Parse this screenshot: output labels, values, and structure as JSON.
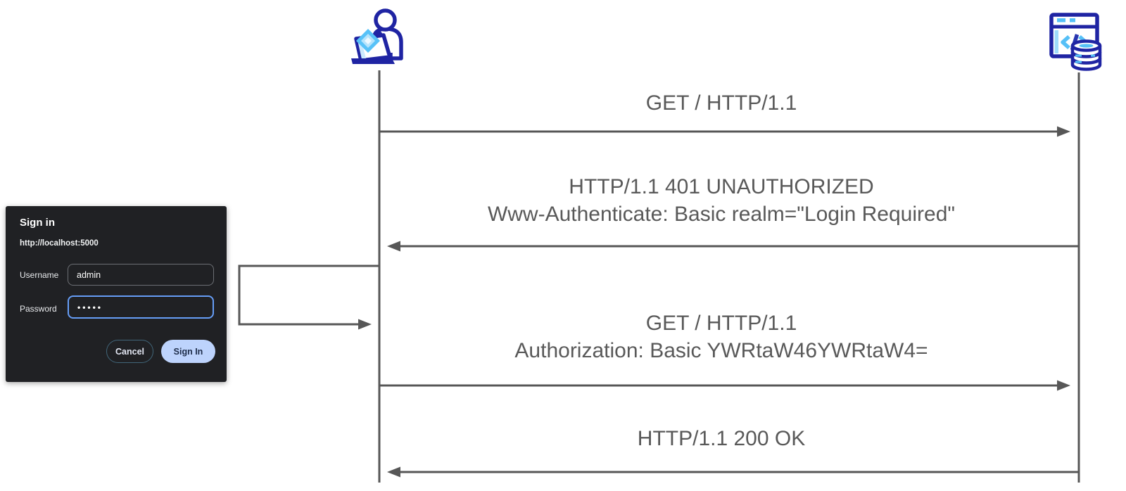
{
  "diagram": {
    "actors": {
      "client": {
        "icon": "user-at-laptop-icon"
      },
      "server": {
        "icon": "web-server-database-icon"
      }
    },
    "messages": [
      {
        "name": "request-unauthenticated",
        "direction": "client-to-server",
        "lines": [
          "GET / HTTP/1.1"
        ]
      },
      {
        "name": "response-401",
        "direction": "server-to-client",
        "lines": [
          "HTTP/1.1 401 UNAUTHORIZED",
          "Www-Authenticate: Basic realm=\"Login Required\""
        ]
      },
      {
        "name": "request-authenticated",
        "direction": "client-to-server",
        "lines": [
          "GET / HTTP/1.1",
          "Authorization: Basic YWRtaW46YWRtaW4="
        ]
      },
      {
        "name": "response-200",
        "direction": "server-to-client",
        "lines": [
          "HTTP/1.1 200 OK"
        ]
      }
    ]
  },
  "dialog": {
    "title": "Sign in",
    "url": "http://localhost:5000",
    "fields": [
      {
        "label": "Username",
        "value": "admin"
      },
      {
        "label": "Password",
        "value": "•••••"
      }
    ],
    "buttons": {
      "cancel": "Cancel",
      "signin": "Sign In"
    }
  },
  "colors": {
    "line_gray": "#575757",
    "message_text": "#595959",
    "icon_navy": "#1f24a3",
    "icon_lightblue": "#56c0f7",
    "dialog_bg": "#202124",
    "focus_border": "#669df6",
    "signin_bg": "#bdd3fc",
    "signin_text": "#1d2c49",
    "cancel_border": "#41667a"
  }
}
